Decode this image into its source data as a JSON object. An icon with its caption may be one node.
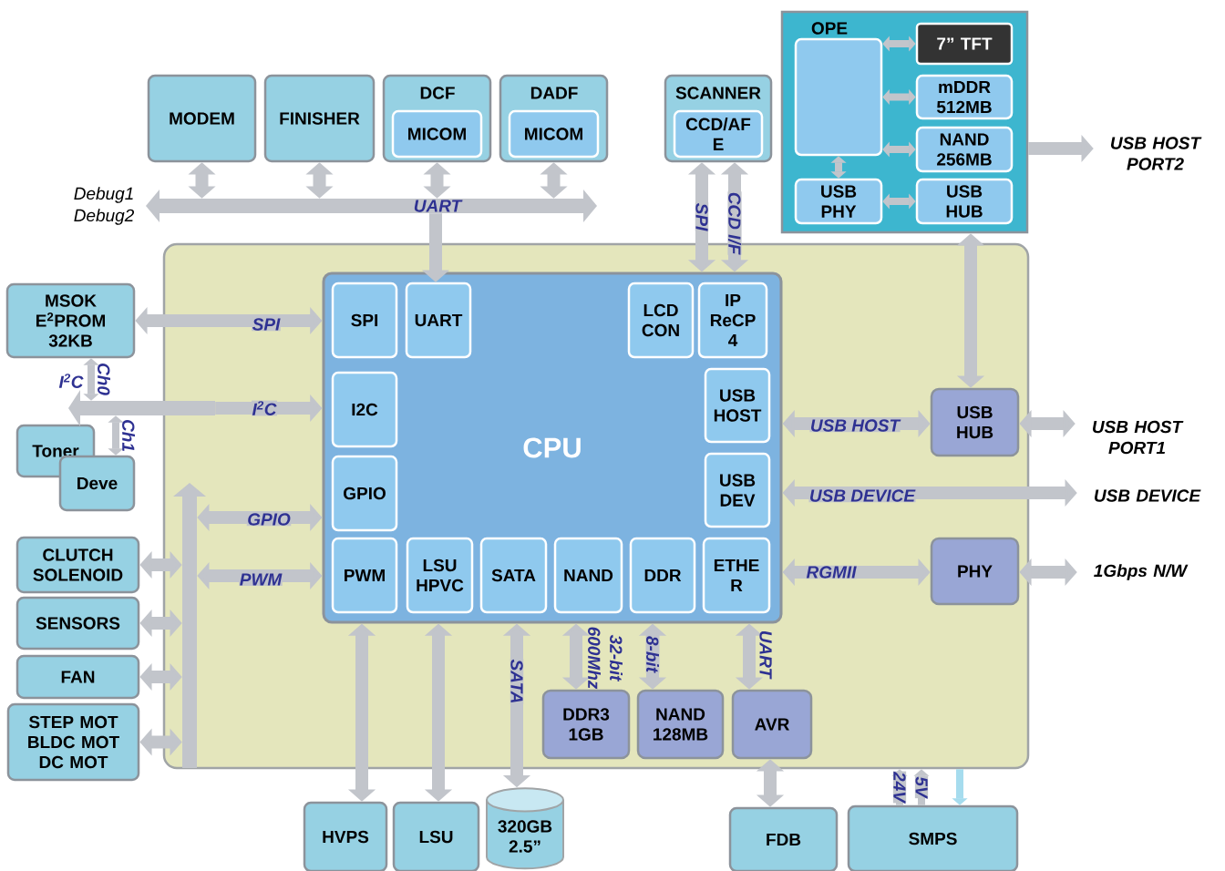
{
  "diagram": {
    "nodes": [
      {
        "text": [
          "MODEM"
        ]
      },
      {
        "text": [
          "FINISHER"
        ]
      },
      {
        "text": [
          "DCF"
        ]
      },
      {
        "text": [
          "MICOM"
        ],
        "in": 2
      },
      {
        "text": [
          "DADF"
        ]
      },
      {
        "text": [
          "MICOM"
        ],
        "in": 4
      },
      {
        "text": [
          "SCANNER"
        ]
      },
      {
        "text": [
          "CCD/AF E"
        ],
        "in": 6
      },
      {
        "text": [
          "OPE"
        ]
      },
      {
        "text": [],
        "shape": "box",
        "in": 8
      },
      {
        "text": [
          "7” TFT"
        ],
        "in": 8
      },
      {
        "text": [
          "mDDR 512MB"
        ],
        "in": 8
      },
      {
        "text": [
          "NAND 256MB"
        ],
        "in": 8
      },
      {
        "text": [
          "USB PHY"
        ],
        "in": 8
      },
      {
        "text": [
          "USB HUB"
        ],
        "in": 8
      },
      {
        "text": [],
        "shape": "box"
      },
      {
        "text": [
          "CPU"
        ],
        "in": 15
      },
      {
        "text": [
          "SPI"
        ],
        "in": 16
      },
      {
        "text": [
          "UART"
        ],
        "in": 16
      },
      {
        "text": [
          "LCD CON"
        ],
        "in": 16
      },
      {
        "text": [
          "IP ReCP 4"
        ],
        "in": 16
      },
      {
        "text": [
          "I2C"
        ],
        "in": 16
      },
      {
        "text": [
          "USB HOST"
        ],
        "in": 16
      },
      {
        "text": [
          "GPIO"
        ],
        "in": 16
      },
      {
        "text": [
          "USB DEV"
        ],
        "in": 16
      },
      {
        "text": [
          "PWM"
        ],
        "in": 16
      },
      {
        "text": [
          "LSU HPVC"
        ],
        "in": 16
      },
      {
        "text": [
          "SATA"
        ],
        "in": 16
      },
      {
        "text": [
          "NAND"
        ],
        "in": 16
      },
      {
        "text": [
          "DDR"
        ],
        "in": 16
      },
      {
        "text": [
          "ETHE R"
        ],
        "in": 16
      },
      {
        "text": [
          "USB HUB"
        ],
        "in": 15
      },
      {
        "text": [
          "PHY"
        ],
        "in": 15
      },
      {
        "text": [
          "DDR3 1GB"
        ],
        "in": 15
      },
      {
        "text": [
          "NAND 128MB"
        ],
        "in": 15
      },
      {
        "text": [
          "AVR"
        ],
        "in": 15
      },
      {
        "text": [
          "MSOK E$^{2}$PROM 32KB"
        ]
      },
      {
        "text": [
          "Toner"
        ]
      },
      {
        "text": [
          "Deve"
        ]
      },
      {
        "text": [
          "CLUTCH SOLENOID"
        ]
      },
      {
        "text": [
          "SENSORS"
        ]
      },
      {
        "text": [
          "FAN"
        ]
      },
      {
        "text": [
          "STEP MOT BLDC MOT DC MOT"
        ]
      },
      {
        "text": [
          "HVPS"
        ]
      },
      {
        "text": [
          "LSU"
        ]
      },
      {
        "text": [
          "320GB 2.5”"
        ]
      },
      {
        "text": [
          "FDB"
        ]
      },
      {
        "text": [
          "SMPS"
        ]
      },
      {
        "text": [
          "USB HOST PORT2"
        ]
      },
      {
        "text": [
          "USB HOST PORT1"
        ]
      },
      {
        "text": [
          "USB DEVICE"
        ]
      },
      {
        "text": [
          "1Gbps N/W"
        ]
      },
      {
        "text": [],
        "shape": "bar"
      },
      {
        "text": [],
        "shape": "bar"
      },
      {
        "text": [],
        "shape": "bar",
        "in": 15
      }
    ],
    "edges": [
      {
        "from": 52,
        "to": 0,
        "arrow": "both"
      },
      {
        "from": 52,
        "to": 1,
        "arrow": "both"
      },
      {
        "from": 52,
        "to": 2,
        "arrow": "both"
      },
      {
        "from": 52,
        "to": 4,
        "arrow": "both"
      },
      {
        "from": 52,
        "to": 18,
        "arrow": "to",
        "label": "UART"
      },
      {
        "from": 6,
        "to": 16,
        "arrow": "both",
        "label": "SPI"
      },
      {
        "from": 6,
        "to": 16,
        "arrow": "both",
        "label": "CCD I/F"
      },
      {
        "from": 9,
        "to": 10,
        "arrow": "both"
      },
      {
        "from": 9,
        "to": 11,
        "arrow": "both"
      },
      {
        "from": 9,
        "to": 12,
        "arrow": "both"
      },
      {
        "from": 9,
        "to": 13,
        "arrow": "both"
      },
      {
        "from": 13,
        "to": 14,
        "arrow": "both"
      },
      {
        "from": 8,
        "to": 31,
        "arrow": "both"
      },
      {
        "from": 8,
        "to": 48,
        "arrow": "to"
      },
      {
        "from": 36,
        "to": 16,
        "arrow": "both",
        "label": "SPI"
      },
      {
        "from": 53,
        "to": 16,
        "arrow": "to",
        "label": "I$^{2}$C"
      },
      {
        "from": 53,
        "to": 36,
        "arrow": "both",
        "label": "Ch0"
      },
      {
        "from": 53,
        "to": 38,
        "arrow": "both",
        "label": "Ch1"
      },
      {
        "from": 54,
        "to": 16,
        "arrow": "both",
        "label": "GPIO"
      },
      {
        "from": 54,
        "to": 16,
        "arrow": "both",
        "label": "PWM"
      },
      {
        "from": 39,
        "to": 54,
        "arrow": "both"
      },
      {
        "from": 40,
        "to": 54,
        "arrow": "both"
      },
      {
        "from": 41,
        "to": 54,
        "arrow": "both"
      },
      {
        "from": 42,
        "to": 54,
        "arrow": "both"
      },
      {
        "from": 16,
        "to": 31,
        "arrow": "both",
        "label": "USB HOST"
      },
      {
        "from": 31,
        "to": 49,
        "arrow": "both"
      },
      {
        "from": 16,
        "to": 50,
        "arrow": "both",
        "label": "USB DEVICE"
      },
      {
        "from": 16,
        "to": 32,
        "arrow": "both",
        "label": "RGMII"
      },
      {
        "from": 32,
        "to": 51,
        "arrow": "both"
      },
      {
        "from": 16,
        "to": 43,
        "arrow": "both"
      },
      {
        "from": 16,
        "to": 44,
        "arrow": "both"
      },
      {
        "from": 16,
        "to": 45,
        "arrow": "both",
        "label": "SATA"
      },
      {
        "from": 16,
        "to": 33,
        "arrow": "both",
        "label": "600Mhz"
      },
      {
        "from": 16,
        "to": 34,
        "arrow": "both",
        "label": "8-bit"
      },
      {
        "from": 16,
        "to": 35,
        "arrow": "both",
        "label": "UART"
      },
      {
        "from": 35,
        "to": 46,
        "arrow": "both"
      },
      {
        "from": 47,
        "to": 15,
        "arrow": "to",
        "label": "24V"
      },
      {
        "from": 47,
        "to": 15,
        "arrow": "to",
        "label": "5V"
      },
      {
        "from": 15,
        "to": 47,
        "arrow": "to",
        "color": "#a6dcee"
      }
    ],
    "labels": [
      "Debug1",
      "Debug2",
      "I$^{2}$C",
      "32-bit"
    ]
  }
}
